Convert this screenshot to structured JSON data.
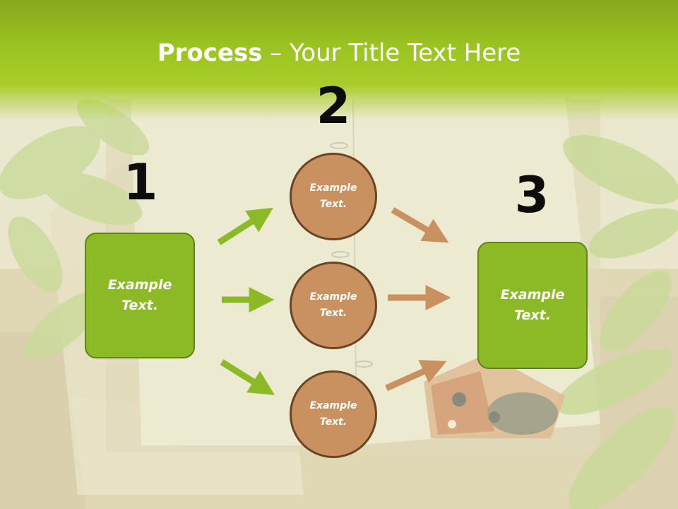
{
  "title": {
    "bold": "Process",
    "rest": " – Your Title Text Here"
  },
  "steps": {
    "n1": "1",
    "n2": "2",
    "n3": "3"
  },
  "left_box": {
    "text": "Example\nText."
  },
  "right_box": {
    "text": "Example\nText."
  },
  "circles": [
    {
      "text": "Example\nText."
    },
    {
      "text": "Example\nText."
    },
    {
      "text": "Example\nText."
    }
  ],
  "colors": {
    "header": "#9cc421",
    "green_box": "#8cba27",
    "circle": "#c99160",
    "green_arrow": "#8cba27",
    "brown_arrow": "#c99160"
  }
}
